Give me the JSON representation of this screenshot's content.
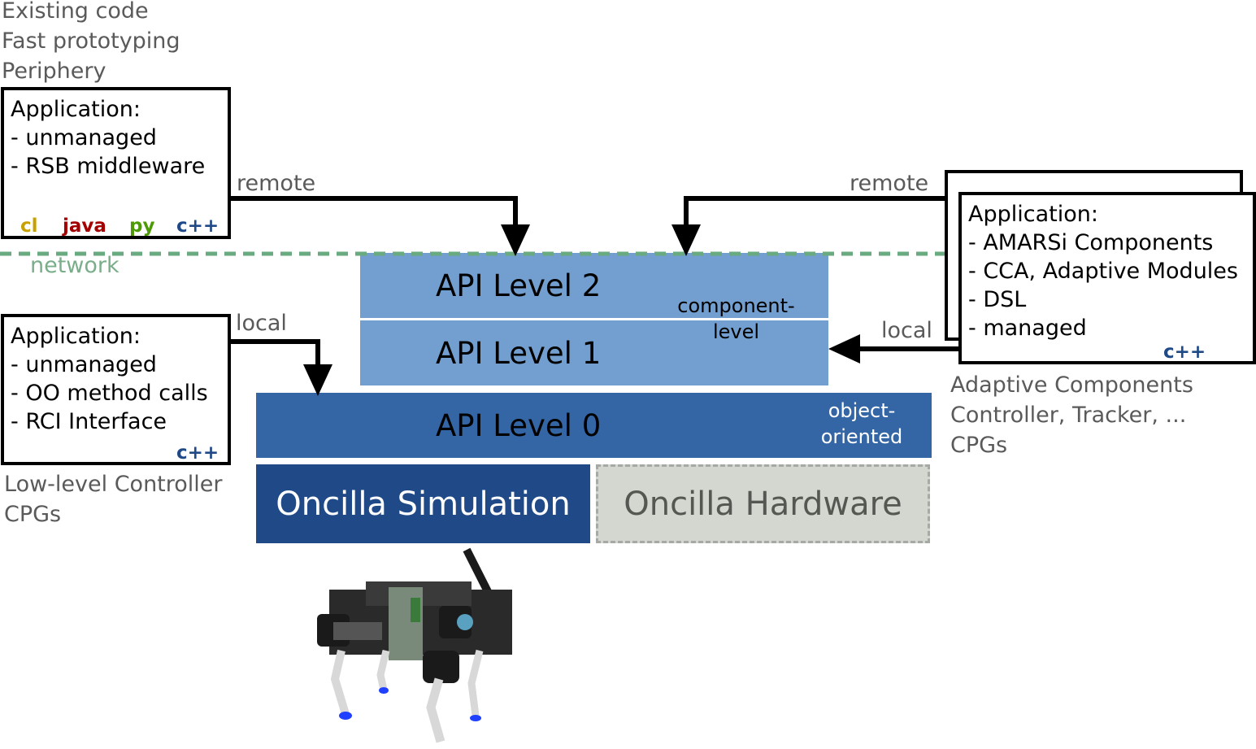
{
  "top_notes": [
    "Existing code",
    "Fast prototyping",
    "Periphery"
  ],
  "left_app_top": {
    "lines": [
      "Application:",
      "- unmanaged",
      "- RSB middleware"
    ],
    "languages": [
      {
        "label": "cl",
        "color": "#c8a000"
      },
      {
        "label": "java",
        "color": "#a40000"
      },
      {
        "label": "py",
        "color": "#4e9a06"
      },
      {
        "label": "c++",
        "color": "#204a87"
      }
    ]
  },
  "left_app_bottom": {
    "lines": [
      "Application:",
      "- unmanaged",
      "- OO method calls",
      "- RCI Interface"
    ],
    "lang": "c++"
  },
  "right_app": {
    "lines": [
      "Application:",
      "- AMARSi Components",
      "- CCA, Adaptive Modules",
      "- DSL",
      "- managed"
    ],
    "lang": "c++"
  },
  "connections": {
    "remote_left": "remote",
    "remote_right": "remote",
    "local_left": "local",
    "local_right": "local"
  },
  "network_label": "network",
  "layers": {
    "api2": "API Level 2",
    "api1": "API Level 1",
    "api0": "API Level 0",
    "component_tag": [
      "component-",
      "level"
    ],
    "object_tag": [
      "object-",
      "oriented"
    ],
    "simulation": "Oncilla Simulation",
    "hardware": "Oncilla Hardware"
  },
  "low_level_notes": [
    "Low-level Controller",
    "CPGs"
  ],
  "adaptive_notes": [
    "Adaptive Components",
    "Controller, Tracker, ...",
    "CPGs"
  ],
  "colors": {
    "api_light": "#729fcf",
    "api_mid": "#3465a4",
    "sim": "#204a87",
    "hardware_bg": "#d3d7cf",
    "network_line": "#6aaa80",
    "network_text": "#7aae8a"
  },
  "robot_image": "oncilla-quadruped-robot"
}
